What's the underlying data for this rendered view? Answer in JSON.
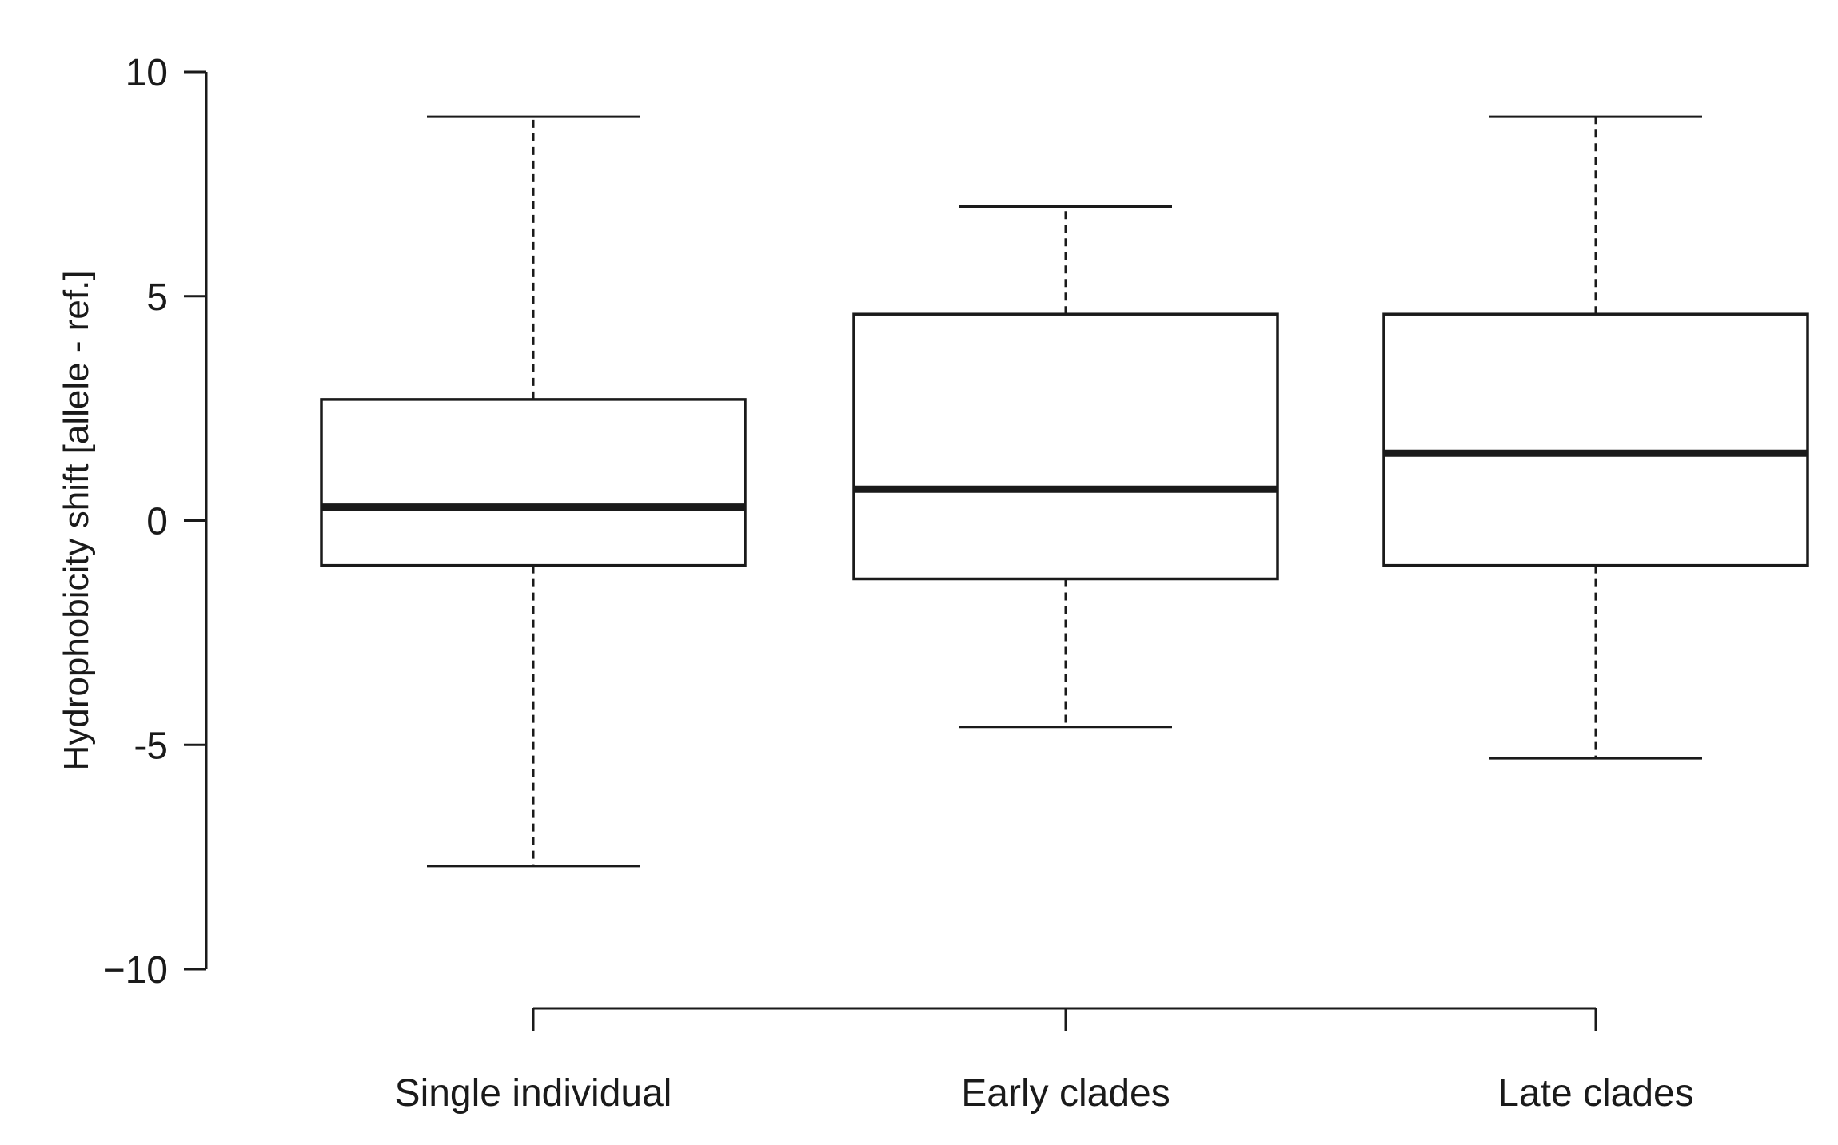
{
  "chart_data": {
    "type": "box",
    "title": "",
    "xlabel": "",
    "ylabel": "Hydrophobicity shift [allele - ref.]",
    "ylim": [
      -10,
      10
    ],
    "yticks": [
      10,
      5,
      0,
      -5,
      -10
    ],
    "ytick_labels": [
      "10",
      "5",
      "0",
      "-5",
      "−10"
    ],
    "grid": false,
    "categories": [
      "Single individual",
      "Early clades",
      "Late clades"
    ],
    "boxes": [
      {
        "label": "Single individual",
        "whisker_low": -7.7,
        "q1": -1.0,
        "median": 0.3,
        "q3": 2.7,
        "whisker_high": 9.0
      },
      {
        "label": "Early clades",
        "whisker_low": -4.6,
        "q1": -1.3,
        "median": 0.7,
        "q3": 4.6,
        "whisker_high": 7.0
      },
      {
        "label": "Late clades",
        "whisker_low": -5.3,
        "q1": -1.0,
        "median": 1.5,
        "q3": 4.6,
        "whisker_high": 9.0
      }
    ],
    "colors": {
      "stroke": "#1a1a1a",
      "box_fill": "#ffffff"
    }
  }
}
